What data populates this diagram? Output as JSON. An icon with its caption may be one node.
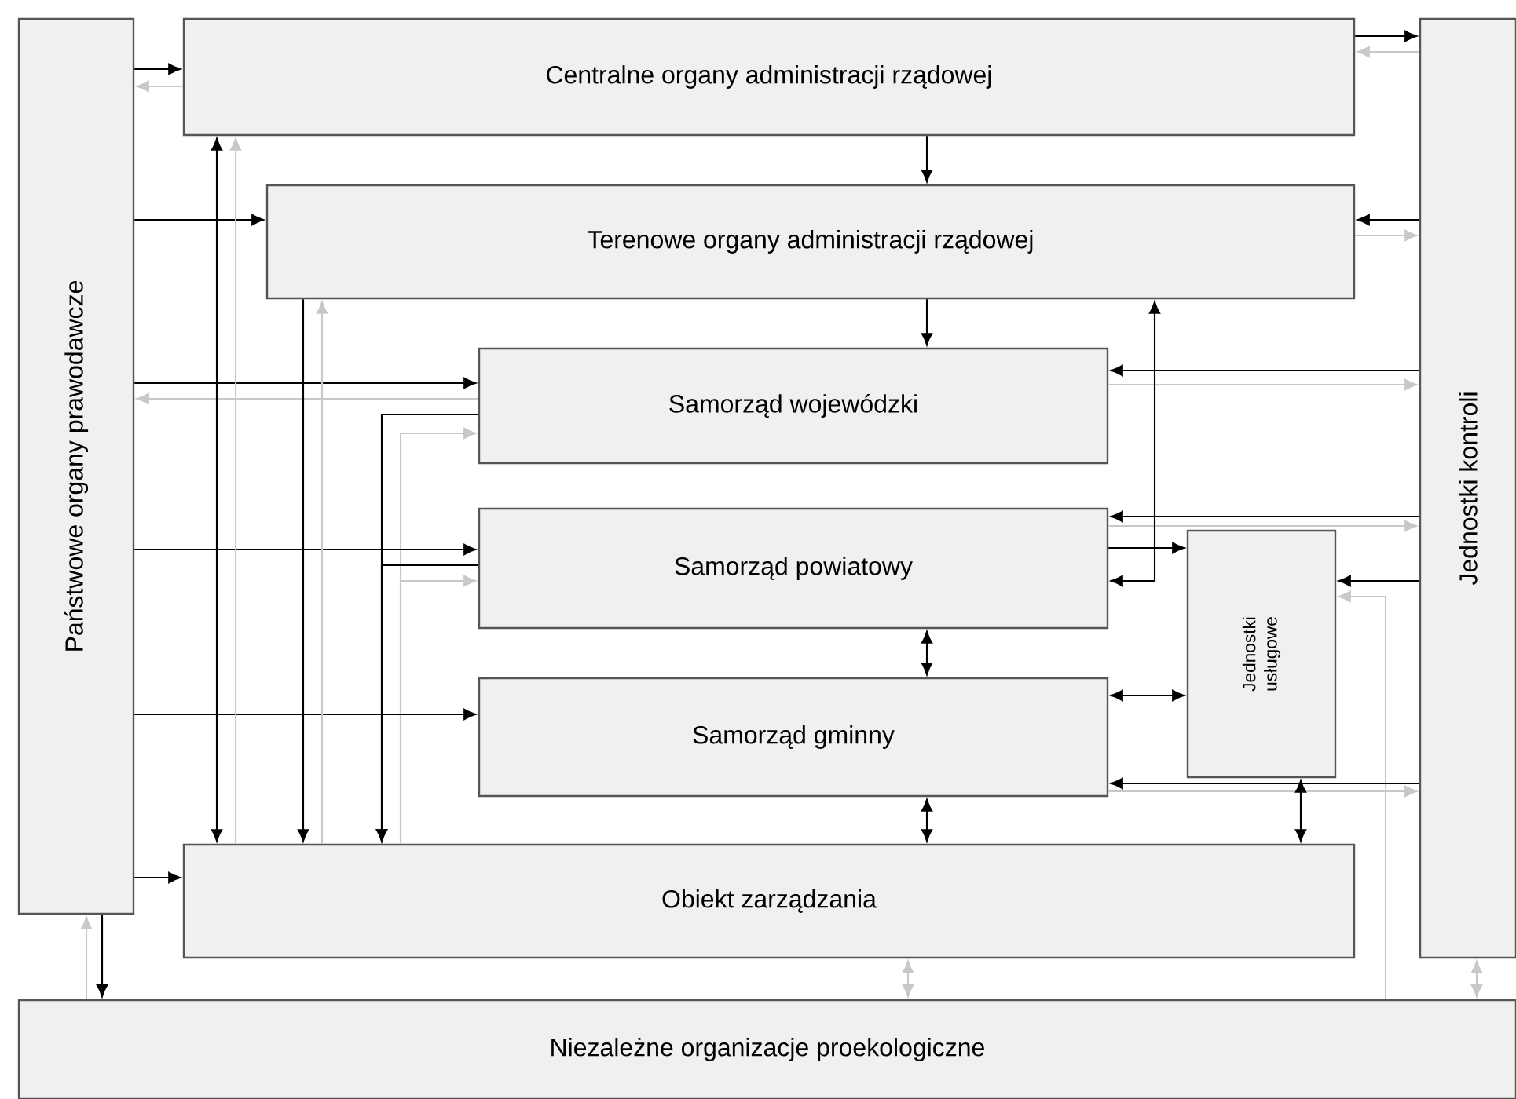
{
  "diagram": {
    "nodes": [
      {
        "text": [
          "Państwowe organy prawodawcze"
        ]
      },
      {
        "text": [
          "Centralne organy administracji rządowej"
        ]
      },
      {
        "text": [
          "Terenowe organy administracji rządowej"
        ]
      },
      {
        "text": [
          "Samorząd wojewódzki"
        ]
      },
      {
        "text": [
          "Samorząd powiatowy"
        ]
      },
      {
        "text": [
          "Samorząd gminny"
        ]
      },
      {
        "text": [
          "Jednostki usługowe"
        ]
      },
      {
        "text": [
          "Obiekt zarządzania"
        ]
      },
      {
        "text": [
          "Jednostki kontroli"
        ]
      },
      {
        "text": [
          "Niezależne organizacje proekologiczne"
        ]
      }
    ],
    "edges": [
      {
        "from": 0,
        "to": 1,
        "arrow": "to"
      },
      {
        "from": 1,
        "to": 0,
        "arrow": "to",
        "color": "#c8c8c8"
      },
      {
        "from": 0,
        "to": 2,
        "arrow": "to"
      },
      {
        "from": 0,
        "to": 3,
        "arrow": "to"
      },
      {
        "from": 3,
        "to": 0,
        "arrow": "to",
        "color": "#c8c8c8"
      },
      {
        "from": 3,
        "to": 7,
        "arrow": "to"
      },
      {
        "from": 7,
        "to": 3,
        "arrow": "to",
        "color": "#c8c8c8"
      },
      {
        "from": 0,
        "to": 4,
        "arrow": "to"
      },
      {
        "from": 4,
        "to": 7,
        "arrow": "to"
      },
      {
        "from": 7,
        "to": 4,
        "arrow": "to",
        "color": "#c8c8c8"
      },
      {
        "from": 0,
        "to": 5,
        "arrow": "to"
      },
      {
        "from": 0,
        "to": 7,
        "arrow": "to"
      },
      {
        "from": 1,
        "to": 7,
        "arrow": "both"
      },
      {
        "from": 7,
        "to": 1,
        "arrow": "to",
        "color": "#c8c8c8"
      },
      {
        "from": 2,
        "to": 7,
        "arrow": "to"
      },
      {
        "from": 7,
        "to": 2,
        "arrow": "to",
        "color": "#c8c8c8"
      },
      {
        "from": 1,
        "to": 2,
        "arrow": "to"
      },
      {
        "from": 2,
        "to": 3,
        "arrow": "to"
      },
      {
        "from": 4,
        "to": 5,
        "arrow": "both"
      },
      {
        "from": 5,
        "to": 7,
        "arrow": "both"
      },
      {
        "from": 1,
        "to": 8,
        "arrow": "to"
      },
      {
        "from": 8,
        "to": 1,
        "arrow": "to",
        "color": "#c8c8c8"
      },
      {
        "from": 8,
        "to": 2,
        "arrow": "to"
      },
      {
        "from": 2,
        "to": 8,
        "arrow": "to",
        "color": "#c8c8c8"
      },
      {
        "from": 8,
        "to": 3,
        "arrow": "to"
      },
      {
        "from": 3,
        "to": 8,
        "arrow": "to",
        "color": "#c8c8c8"
      },
      {
        "from": 8,
        "to": 4,
        "arrow": "to"
      },
      {
        "from": 4,
        "to": 8,
        "arrow": "to",
        "color": "#c8c8c8"
      },
      {
        "from": 4,
        "to": 2,
        "arrow": "both"
      },
      {
        "from": 4,
        "to": 6,
        "arrow": "to"
      },
      {
        "from": 5,
        "to": 6,
        "arrow": "both"
      },
      {
        "from": 8,
        "to": 6,
        "arrow": "to"
      },
      {
        "from": 9,
        "to": 6,
        "arrow": "to",
        "color": "#c8c8c8"
      },
      {
        "from": 8,
        "to": 5,
        "arrow": "to"
      },
      {
        "from": 5,
        "to": 8,
        "arrow": "to",
        "color": "#c8c8c8"
      },
      {
        "from": 6,
        "to": 7,
        "arrow": "both"
      },
      {
        "from": 0,
        "to": 9,
        "arrow": "to"
      },
      {
        "from": 9,
        "to": 0,
        "arrow": "to",
        "color": "#c8c8c8"
      },
      {
        "from": 7,
        "to": 9,
        "arrow": "both",
        "color": "#c8c8c8"
      },
      {
        "from": 8,
        "to": 9,
        "arrow": "both",
        "color": "#c8c8c8"
      }
    ]
  }
}
